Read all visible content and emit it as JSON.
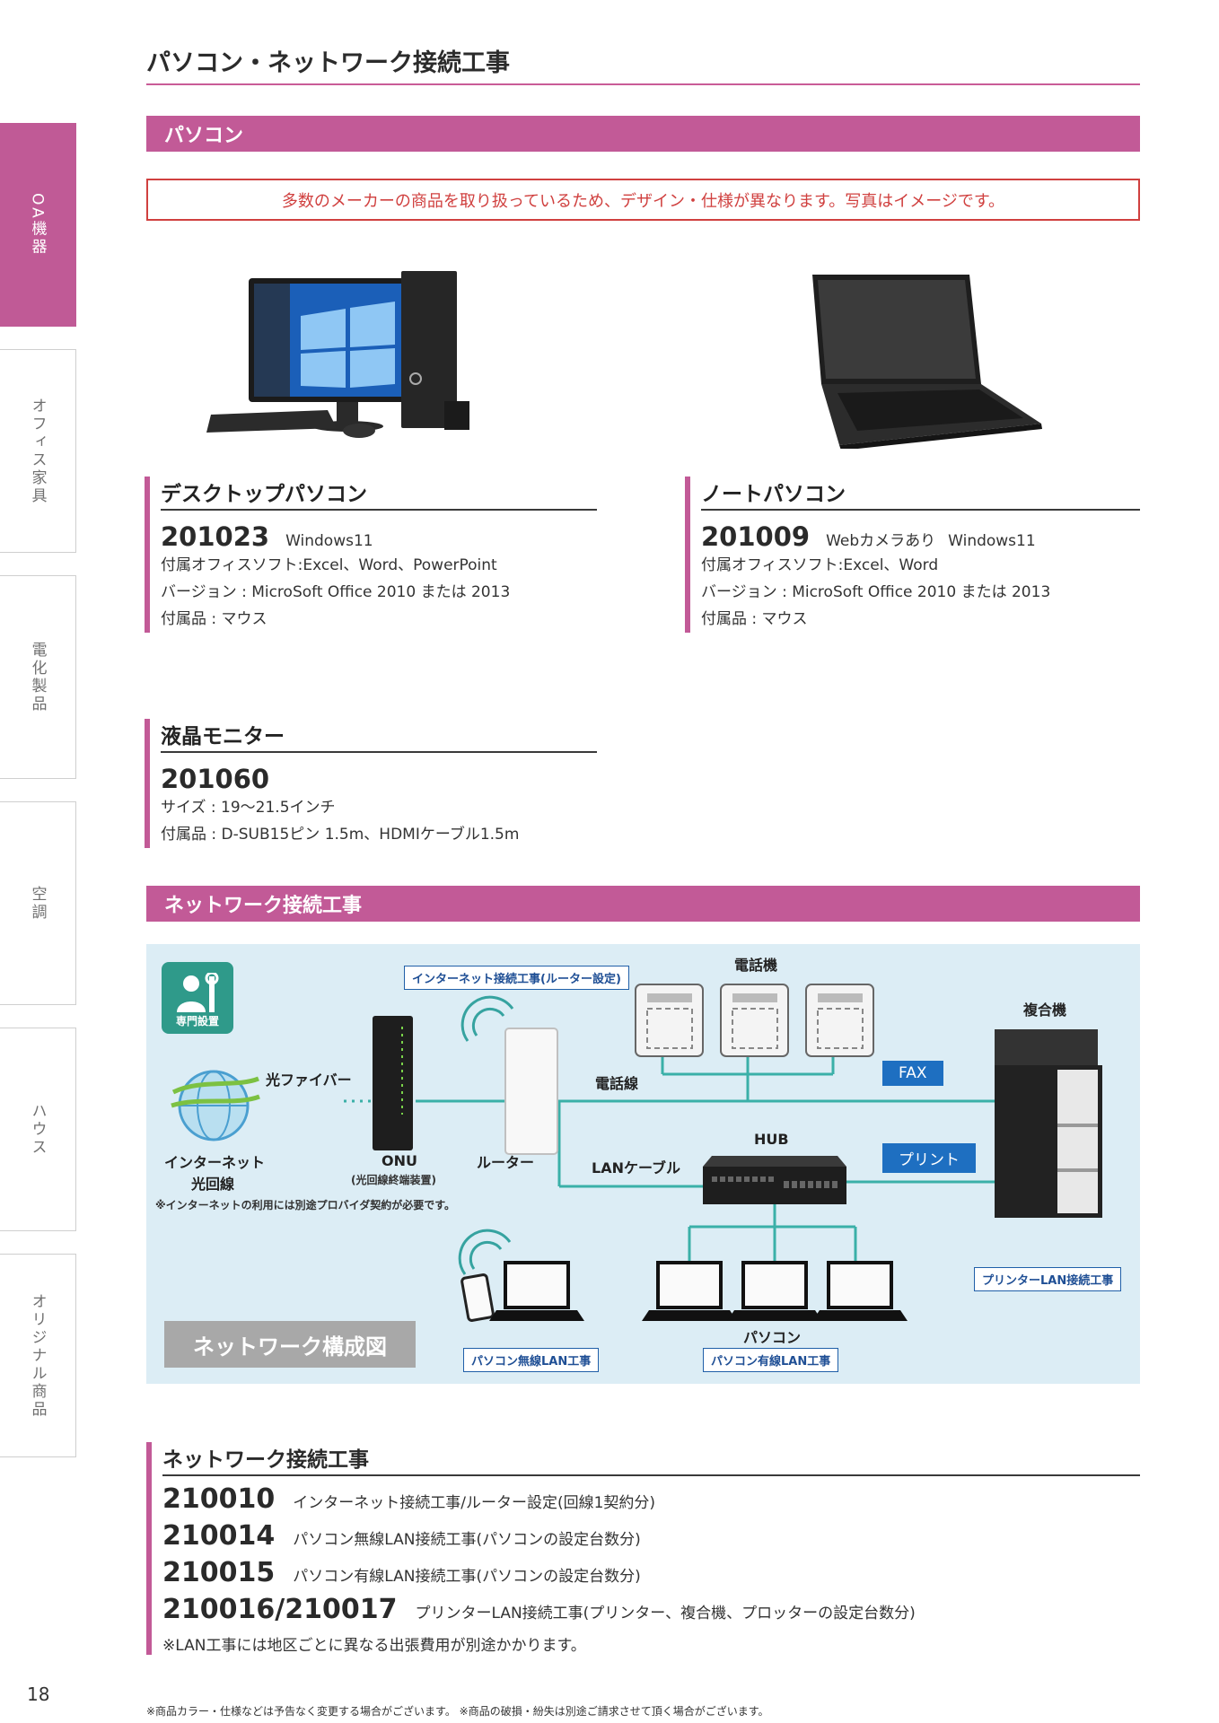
{
  "sidebar": {
    "tabs": [
      {
        "label": "OA機器",
        "active": true
      },
      {
        "label": "オフィス家具",
        "active": false
      },
      {
        "label": "電化製品",
        "active": false
      },
      {
        "label": "空調",
        "active": false
      },
      {
        "label": "ハウス",
        "active": false
      },
      {
        "label": "オリジナル商品",
        "active": false
      }
    ]
  },
  "page_title": "パソコン・ネットワーク接続工事",
  "section_pc": {
    "band": "パソコン",
    "notice": "多数のメーカーの商品を取り扱っているため、デザイン・仕様が異なります。写真はイメージです。"
  },
  "products": {
    "desktop": {
      "title": "デスクトップパソコン",
      "code": "201023",
      "tags": [
        "Windows11"
      ],
      "specs": [
        "付属オフィスソフト:Excel、Word、PowerPoint",
        "バージョン : MicroSoft Office 2010 または 2013",
        "付属品 : マウス"
      ]
    },
    "notebook": {
      "title": "ノートパソコン",
      "code": "201009",
      "tags": [
        "Webカメラあり",
        "Windows11"
      ],
      "specs": [
        "付属オフィスソフト:Excel、Word",
        "バージョン : MicroSoft Office 2010 または 2013",
        "付属品 : マウス"
      ]
    },
    "monitor": {
      "title": "液晶モニター",
      "code": "201060",
      "specs": [
        "サイズ : 19〜21.5インチ",
        "付属品 : D-SUB15ピン 1.5m、HDMIケーブル1.5m"
      ]
    }
  },
  "section_network": {
    "band": "ネットワーク接続工事"
  },
  "diagram": {
    "badge": "専門設置",
    "router_setup_label": "インターネット接続工事(ルーター設定)",
    "phone_label": "電話機",
    "mfp_label": "複合機",
    "fiber_label": "光ファイバー",
    "phone_line_label": "電話線",
    "fax_label": "FAX",
    "hub_label": "HUB",
    "print_label": "プリント",
    "internet_label_1": "インターネット",
    "internet_label_2": "光回線",
    "onu_label": "ONU",
    "onu_sub": "(光回線終端装置)",
    "router_label": "ルーター",
    "lan_label": "LANケーブル",
    "provider_note": "※インターネットの利用には別途プロバイダ契約が必要です。",
    "printer_lan_label": "プリンターLAN接続工事",
    "pc_label": "パソコン",
    "wireless_label": "パソコン無線LAN工事",
    "wired_label": "パソコン有線LAN工事",
    "diagram_title": "ネットワーク構成図"
  },
  "services": {
    "title": "ネットワーク接続工事",
    "items": [
      {
        "code": "210010",
        "desc": "インターネット接続工事/ルーター設定(回線1契約分)"
      },
      {
        "code": "210014",
        "desc": "パソコン無線LAN接続工事(パソコンの設定台数分)"
      },
      {
        "code": "210015",
        "desc": "パソコン有線LAN接続工事(パソコンの設定台数分)"
      },
      {
        "code": "210016/210017",
        "desc": "プリンターLAN接続工事(プリンター、複合機、プロッターの設定台数分)"
      }
    ],
    "note": "※LAN工事には地区ごとに異なる出張費用が別途かかります。"
  },
  "page_number": "18",
  "footer": "※商品カラー・仕様などは予告なく変更する場合がございます。 ※商品の破損・紛失は別途ご請求させて頂く場合がございます。",
  "colors": {
    "accent": "#c25a97",
    "notice": "#d0403f",
    "diagram_bg": "#dcedf5",
    "line": "#3ab0a8",
    "label_blue": "#1e6fc1"
  }
}
